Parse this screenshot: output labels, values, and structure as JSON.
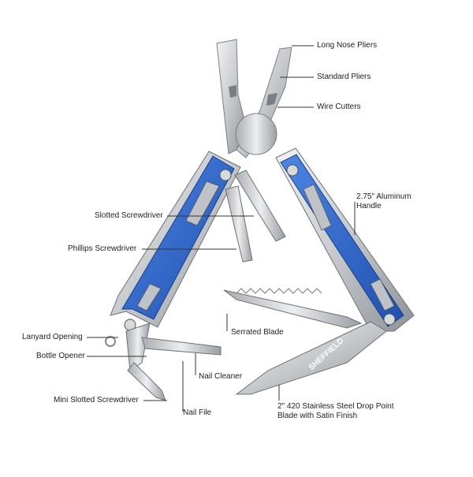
{
  "product": {
    "brand": "SHEFFIELD",
    "colors": {
      "handle_blue": "#2f63c9",
      "steel_light": "#e4e6e8",
      "steel_dark": "#8d9196",
      "leader_line": "#333333"
    }
  },
  "callouts": {
    "long_nose_pliers": "Long Nose Pliers",
    "standard_pliers": "Standard Pliers",
    "wire_cutters": "Wire Cutters",
    "aluminum_handle_line1": "2.75\" Aluminum",
    "aluminum_handle_line2": "Handle",
    "slotted_screwdriver": "Slotted Screwdriver",
    "phillips_screwdriver": "Phillips Screwdriver",
    "serrated_blade": "Serrated Blade",
    "lanyard_opening": "Lanyard Opening",
    "bottle_opener": "Bottle Opener",
    "nail_cleaner": "Nail Cleaner",
    "mini_slotted_screwdriver": "Mini Slotted Screwdriver",
    "nail_file": "Nail File",
    "drop_point_line1": "2\" 420 Stainless Steel Drop Point",
    "drop_point_line2": "Blade with Satin Finish"
  }
}
